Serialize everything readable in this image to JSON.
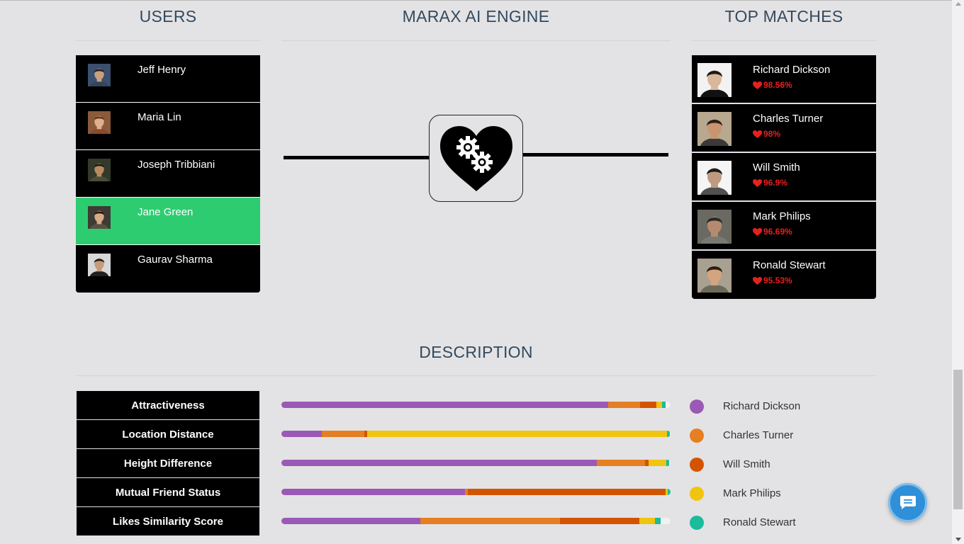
{
  "headers": {
    "users": "USERS",
    "engine": "MARAX AI ENGINE",
    "matches": "TOP MATCHES",
    "description": "DESCRIPTION"
  },
  "users": [
    {
      "name": "Jeff Henry",
      "selected": false
    },
    {
      "name": "Maria Lin",
      "selected": false
    },
    {
      "name": "Joseph Tribbiani",
      "selected": false
    },
    {
      "name": "Jane Green",
      "selected": true
    },
    {
      "name": "Gaurav Sharma",
      "selected": false
    }
  ],
  "matches": [
    {
      "name": "Richard Dickson",
      "score": "98.56%"
    },
    {
      "name": "Charles Turner",
      "score": "98%"
    },
    {
      "name": "Will Smith",
      "score": "96.9%"
    },
    {
      "name": "Mark Philips",
      "score": "96.69%"
    },
    {
      "name": "Ronald Stewart",
      "score": "95.53%"
    }
  ],
  "criteria": [
    "Attractiveness",
    "Location Distance",
    "Height Difference",
    "Mutual Friend Status",
    "Likes Similarity Score"
  ],
  "legend": [
    {
      "name": "Richard Dickson",
      "color": "#9b59b6"
    },
    {
      "name": "Charles Turner",
      "color": "#e67e22"
    },
    {
      "name": "Will Smith",
      "color": "#d35400"
    },
    {
      "name": "Mark Philips",
      "color": "#f1c40f"
    },
    {
      "name": "Ronald Stewart",
      "color": "#1abc9c"
    }
  ],
  "bars": [
    [
      84,
      8.2,
      4.2,
      1.5,
      0.8
    ],
    [
      10.3,
      11,
      0.8,
      77,
      0.8
    ],
    [
      81.1,
      12.4,
      0.8,
      4.6,
      0.8
    ],
    [
      47.1,
      0.8,
      50.8,
      0.5,
      0.8
    ],
    [
      35.7,
      35.9,
      20.4,
      4,
      1.5
    ]
  ],
  "icons": {
    "engine": "heart-gears-icon",
    "score": "heart-icon",
    "chat": "chat-icon"
  }
}
